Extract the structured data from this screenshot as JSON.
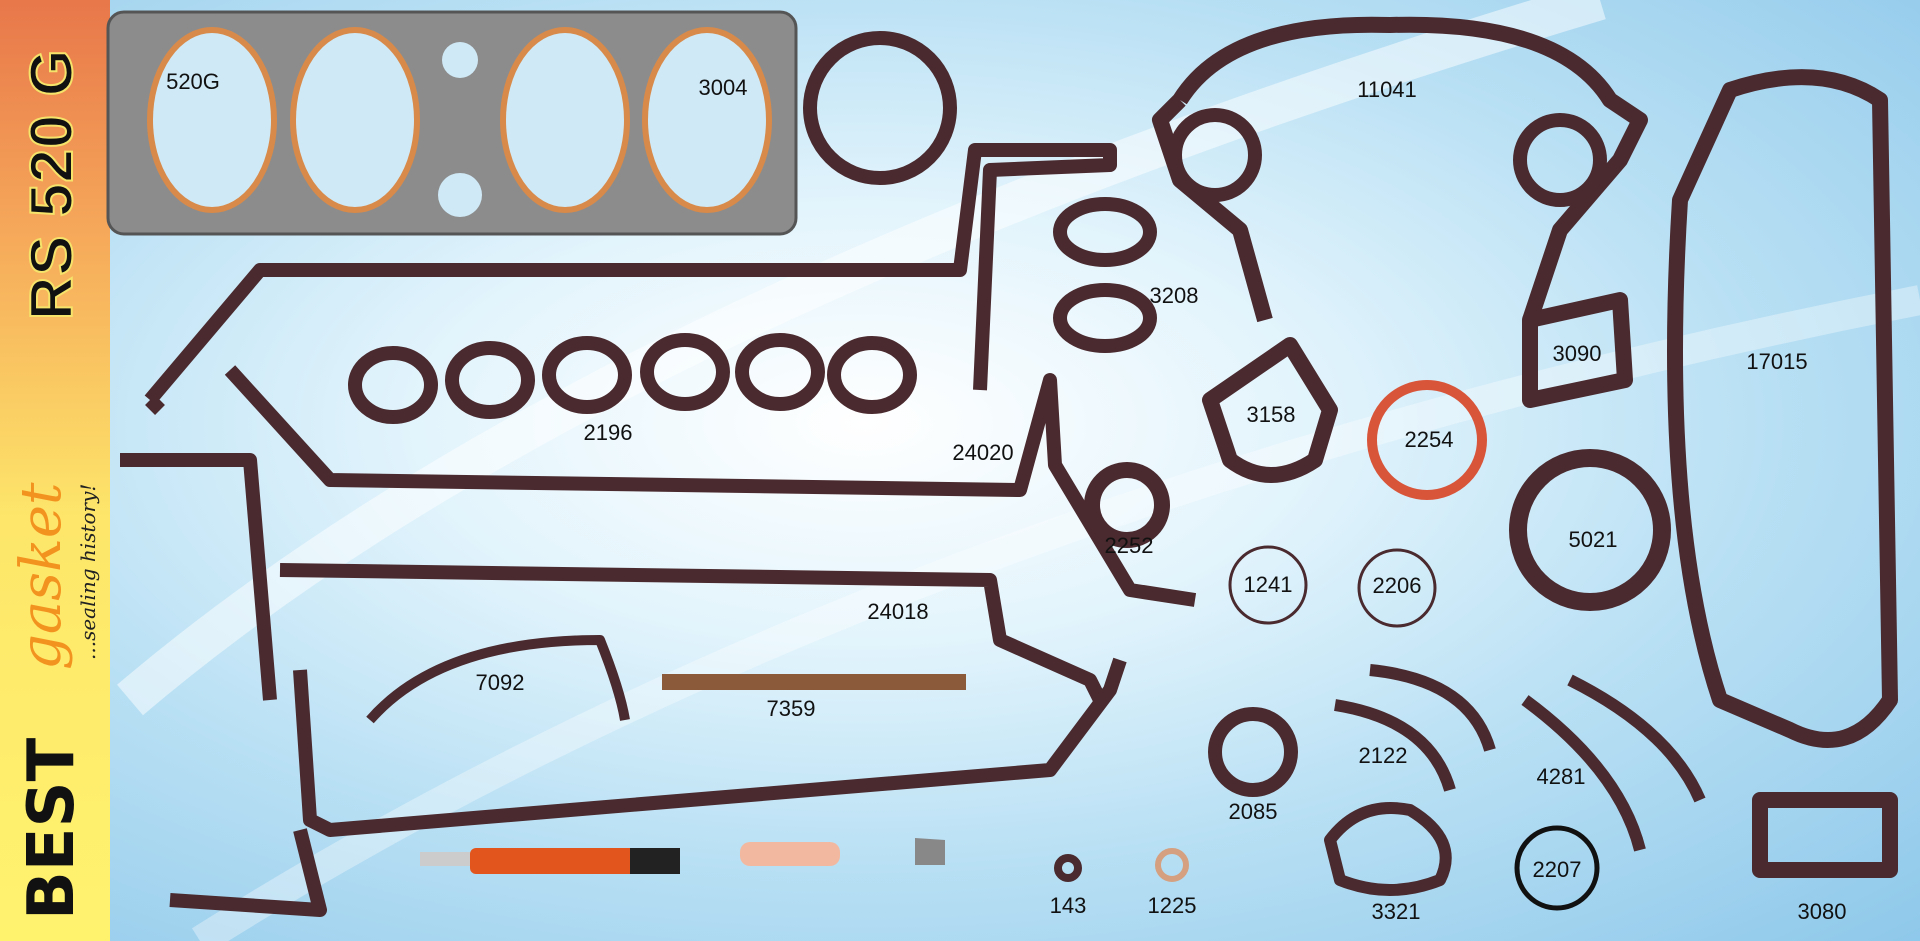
{
  "kit": {
    "code": "RS 520 G",
    "brand_best": "BEST",
    "brand_gasket": "gasket",
    "tagline": "...sealing history!"
  },
  "parts": {
    "p520g": "520G",
    "p3004": "3004",
    "p11041": "11041",
    "p3208": "3208",
    "p3090": "3090",
    "p17015": "17015",
    "p2196": "2196",
    "p24020": "24020",
    "p3158": "3158",
    "p2254": "2254",
    "p2252": "2252",
    "p5021": "5021",
    "p1241": "1241",
    "p2206": "2206",
    "p24018": "24018",
    "p7092": "7092",
    "p7359": "7359",
    "p2122": "2122",
    "p4281": "4281",
    "p2085": "2085",
    "p143": "143",
    "p1225": "1225",
    "p3321": "3321",
    "p2207": "2207",
    "p3080": "3080"
  },
  "colors": {
    "gasket": "#4a2a2e",
    "head_gasket": "#8a8a8a",
    "copper": "#d88a4a",
    "red_seal": "#d9553a",
    "cork": "#8a5a3a"
  }
}
